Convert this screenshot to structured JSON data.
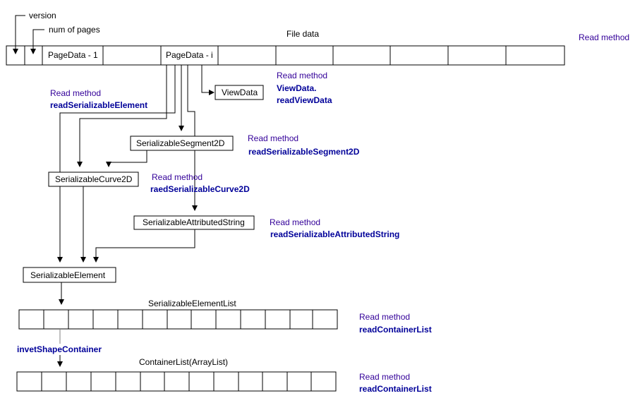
{
  "labels": {
    "version": "version",
    "num_of_pages": "num of pages",
    "file_data": "File data",
    "page_data_1": "PageData - 1",
    "page_data_i": "PageData - i",
    "view_data": "ViewData",
    "segment2d": "SerializableSegment2D",
    "curve2d": "SerializableCurve2D",
    "attributed_string": "SerializableAttributedString",
    "element": "SerializableElement",
    "element_list": "SerializableElementList",
    "container_list": "ContainerList(ArrayList)"
  },
  "read_methods": {
    "file_data": {
      "label": "Read method"
    },
    "view_data": {
      "label": "Read method",
      "method_line1": "ViewData.",
      "method_line2": "readViewData"
    },
    "element": {
      "label": "Read method",
      "method": "readSerializableElement"
    },
    "segment2d": {
      "label": "Read method",
      "method": "readSerializableSegment2D"
    },
    "curve2d": {
      "label": "Read method",
      "method": "raedSerializableCurve2D"
    },
    "attributed_string": {
      "label": "Read method",
      "method": "readSerializableAttributedString"
    },
    "element_list": {
      "label": "Read method",
      "method": "readContainerList"
    },
    "container_list": {
      "label": "Read method",
      "method": "readContainerList"
    }
  },
  "transition": {
    "label": "invetShapeContainer"
  },
  "colors": {
    "read_method_label": "#330099",
    "method_name": "#000099",
    "line": "#000000"
  }
}
